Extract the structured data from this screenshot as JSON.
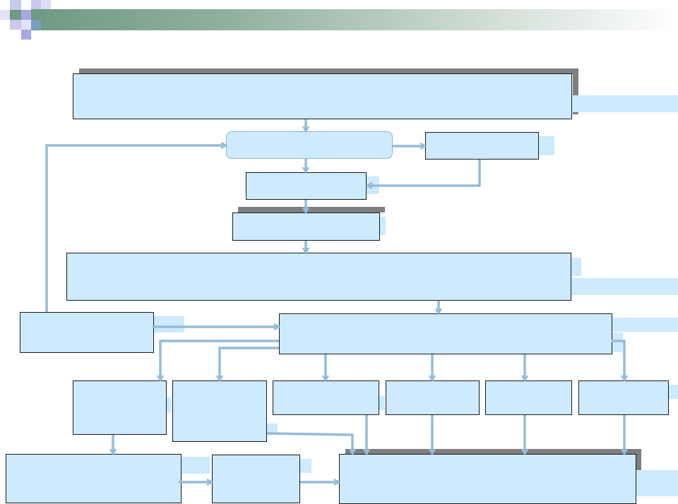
{
  "diagram": {
    "type": "flowchart",
    "colors": {
      "box_fill": "#cdeafe",
      "connector": "#94bcd8",
      "shadow": "#7f7f7f",
      "header_band": "#6f9a84"
    },
    "nodes": [
      {
        "id": "n1",
        "label": ""
      },
      {
        "id": "n2",
        "label": ""
      },
      {
        "id": "n3",
        "label": ""
      },
      {
        "id": "n4",
        "label": ""
      },
      {
        "id": "n5",
        "label": ""
      },
      {
        "id": "n6",
        "label": ""
      },
      {
        "id": "n7",
        "label": ""
      },
      {
        "id": "n8",
        "label": ""
      },
      {
        "id": "n9",
        "label": ""
      },
      {
        "id": "n10",
        "label": ""
      },
      {
        "id": "n11",
        "label": ""
      },
      {
        "id": "n12",
        "label": ""
      },
      {
        "id": "n13",
        "label": ""
      },
      {
        "id": "n14",
        "label": ""
      },
      {
        "id": "n15",
        "label": ""
      },
      {
        "id": "n16",
        "label": ""
      },
      {
        "id": "n17",
        "label": ""
      }
    ],
    "edges": [
      [
        "n1",
        "n2"
      ],
      [
        "n2",
        "n3"
      ],
      [
        "n2",
        "n4"
      ],
      [
        "n3",
        "n4"
      ],
      [
        "n4",
        "n5"
      ],
      [
        "n5",
        "n6"
      ],
      [
        "n6",
        "n8"
      ],
      [
        "n7",
        "n2"
      ],
      [
        "n7",
        "n8"
      ],
      [
        "n8",
        "n9"
      ],
      [
        "n8",
        "n10"
      ],
      [
        "n8",
        "n11"
      ],
      [
        "n8",
        "n12"
      ],
      [
        "n8",
        "n13"
      ],
      [
        "n8",
        "n14"
      ],
      [
        "n9",
        "n15"
      ],
      [
        "n15",
        "n16"
      ],
      [
        "n16",
        "n17"
      ],
      [
        "n10",
        "n17"
      ],
      [
        "n11",
        "n17"
      ],
      [
        "n12",
        "n17"
      ],
      [
        "n13",
        "n17"
      ],
      [
        "n14",
        "n17"
      ]
    ]
  }
}
